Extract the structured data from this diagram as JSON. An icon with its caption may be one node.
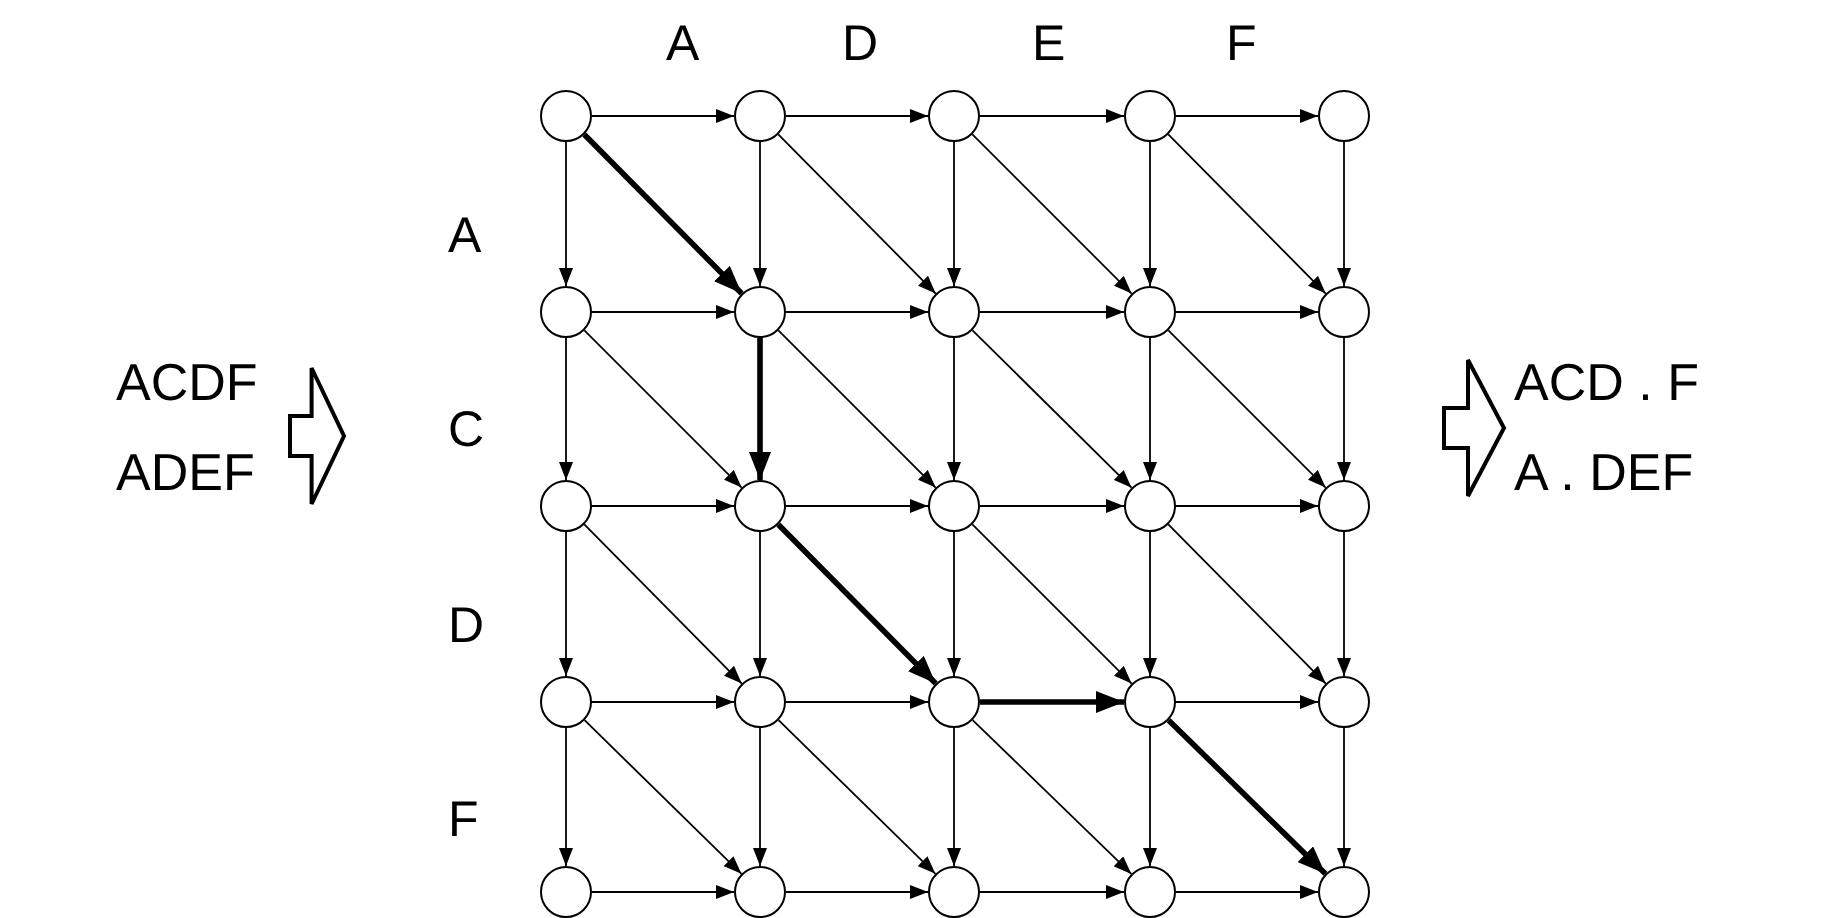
{
  "diagram": {
    "nodes": [
      {
        "text": [],
        "shape": "circle"
      },
      {
        "text": [],
        "shape": "circle"
      },
      {
        "text": [],
        "shape": "circle"
      },
      {
        "text": [],
        "shape": "circle"
      },
      {
        "text": [],
        "shape": "circle"
      },
      {
        "text": [],
        "shape": "circle"
      },
      {
        "text": [],
        "shape": "circle"
      },
      {
        "text": [],
        "shape": "circle"
      },
      {
        "text": [],
        "shape": "circle"
      },
      {
        "text": [],
        "shape": "circle"
      },
      {
        "text": [],
        "shape": "circle"
      },
      {
        "text": [],
        "shape": "circle"
      },
      {
        "text": [],
        "shape": "circle"
      },
      {
        "text": [],
        "shape": "circle"
      },
      {
        "text": [],
        "shape": "circle"
      },
      {
        "text": [],
        "shape": "circle"
      },
      {
        "text": [],
        "shape": "circle"
      },
      {
        "text": [],
        "shape": "circle"
      },
      {
        "text": [],
        "shape": "circle"
      },
      {
        "text": [],
        "shape": "circle"
      },
      {
        "text": [],
        "shape": "circle"
      },
      {
        "text": [],
        "shape": "circle"
      },
      {
        "text": [],
        "shape": "circle"
      },
      {
        "text": [],
        "shape": "circle"
      },
      {
        "text": [],
        "shape": "circle"
      },
      {
        "text": [
          "ACDF",
          "ADEF"
        ]
      },
      {
        "text": [
          "ACD . F",
          "A . DEF"
        ]
      }
    ],
    "edges": [
      {
        "from": 25,
        "to": null,
        "arrow": "to"
      },
      {
        "from": null,
        "to": 26,
        "arrow": "to"
      },
      {
        "from": 0,
        "to": 1,
        "arrow": "to"
      },
      {
        "from": 1,
        "to": 2,
        "arrow": "to"
      },
      {
        "from": 2,
        "to": 3,
        "arrow": "to"
      },
      {
        "from": 3,
        "to": 4,
        "arrow": "to"
      },
      {
        "from": 5,
        "to": 6,
        "arrow": "to"
      },
      {
        "from": 6,
        "to": 7,
        "arrow": "to"
      },
      {
        "from": 7,
        "to": 8,
        "arrow": "to"
      },
      {
        "from": 8,
        "to": 9,
        "arrow": "to"
      },
      {
        "from": 10,
        "to": 11,
        "arrow": "to"
      },
      {
        "from": 11,
        "to": 12,
        "arrow": "to"
      },
      {
        "from": 12,
        "to": 13,
        "arrow": "to"
      },
      {
        "from": 13,
        "to": 14,
        "arrow": "to"
      },
      {
        "from": 15,
        "to": 16,
        "arrow": "to"
      },
      {
        "from": 16,
        "to": 17,
        "arrow": "to"
      },
      {
        "from": 17,
        "to": 18,
        "arrow": "to",
        "style": "thick"
      },
      {
        "from": 18,
        "to": 19,
        "arrow": "to"
      },
      {
        "from": 20,
        "to": 21,
        "arrow": "to"
      },
      {
        "from": 21,
        "to": 22,
        "arrow": "to"
      },
      {
        "from": 22,
        "to": 23,
        "arrow": "to"
      },
      {
        "from": 23,
        "to": 24,
        "arrow": "to"
      },
      {
        "from": 0,
        "to": 5,
        "arrow": "to"
      },
      {
        "from": 1,
        "to": 6,
        "arrow": "to"
      },
      {
        "from": 2,
        "to": 7,
        "arrow": "to"
      },
      {
        "from": 3,
        "to": 8,
        "arrow": "to"
      },
      {
        "from": 4,
        "to": 9,
        "arrow": "to"
      },
      {
        "from": 5,
        "to": 10,
        "arrow": "to"
      },
      {
        "from": 6,
        "to": 11,
        "arrow": "to",
        "style": "thick"
      },
      {
        "from": 7,
        "to": 12,
        "arrow": "to"
      },
      {
        "from": 8,
        "to": 13,
        "arrow": "to"
      },
      {
        "from": 9,
        "to": 14,
        "arrow": "to"
      },
      {
        "from": 10,
        "to": 15,
        "arrow": "to"
      },
      {
        "from": 11,
        "to": 16,
        "arrow": "to"
      },
      {
        "from": 12,
        "to": 17,
        "arrow": "to"
      },
      {
        "from": 13,
        "to": 18,
        "arrow": "to"
      },
      {
        "from": 14,
        "to": 19,
        "arrow": "to"
      },
      {
        "from": 15,
        "to": 20,
        "arrow": "to"
      },
      {
        "from": 16,
        "to": 21,
        "arrow": "to"
      },
      {
        "from": 17,
        "to": 22,
        "arrow": "to"
      },
      {
        "from": 18,
        "to": 23,
        "arrow": "to"
      },
      {
        "from": 19,
        "to": 24,
        "arrow": "to"
      },
      {
        "from": 0,
        "to": 6,
        "arrow": "to",
        "style": "thick"
      },
      {
        "from": 1,
        "to": 7,
        "arrow": "to"
      },
      {
        "from": 2,
        "to": 8,
        "arrow": "to"
      },
      {
        "from": 3,
        "to": 9,
        "arrow": "to"
      },
      {
        "from": 5,
        "to": 11,
        "arrow": "to"
      },
      {
        "from": 6,
        "to": 12,
        "arrow": "to"
      },
      {
        "from": 7,
        "to": 13,
        "arrow": "to"
      },
      {
        "from": 8,
        "to": 14,
        "arrow": "to"
      },
      {
        "from": 10,
        "to": 16,
        "arrow": "to"
      },
      {
        "from": 11,
        "to": 17,
        "arrow": "to",
        "style": "thick"
      },
      {
        "from": 12,
        "to": 18,
        "arrow": "to"
      },
      {
        "from": 13,
        "to": 19,
        "arrow": "to"
      },
      {
        "from": 15,
        "to": 21,
        "arrow": "to"
      },
      {
        "from": 16,
        "to": 22,
        "arrow": "to"
      },
      {
        "from": 17,
        "to": 23,
        "arrow": "to"
      },
      {
        "from": 18,
        "to": 24,
        "arrow": "to",
        "style": "thick"
      }
    ],
    "labels": [
      "A",
      "D",
      "E",
      "F",
      "A",
      "C",
      "D",
      "F"
    ]
  }
}
